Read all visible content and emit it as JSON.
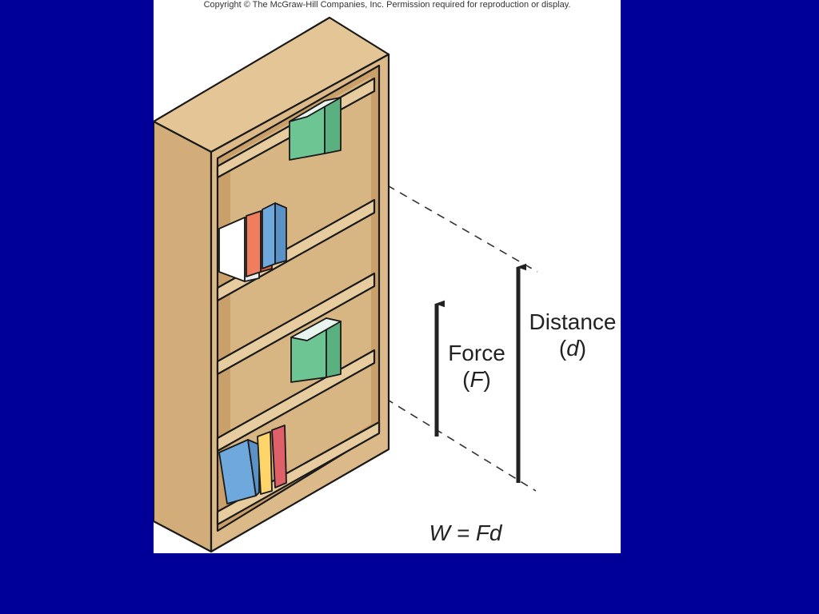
{
  "copyright": "Copyright © The McGraw-Hill Companies, Inc. Permission required for reproduction or display.",
  "labels": {
    "force_word": "Force",
    "force_symbol": "F",
    "distance_word": "Distance",
    "distance_symbol": "d",
    "equation": "W = Fd"
  },
  "colors": {
    "background": "#000099",
    "panel": "#ffffff",
    "wood": "#dcb989",
    "book_green": "#6cc592",
    "book_white": "#ffffff",
    "book_orange": "#f07e5e",
    "book_blue": "#6fa8dc",
    "book_yellow": "#ffd56b",
    "book_red": "#e0606a"
  }
}
